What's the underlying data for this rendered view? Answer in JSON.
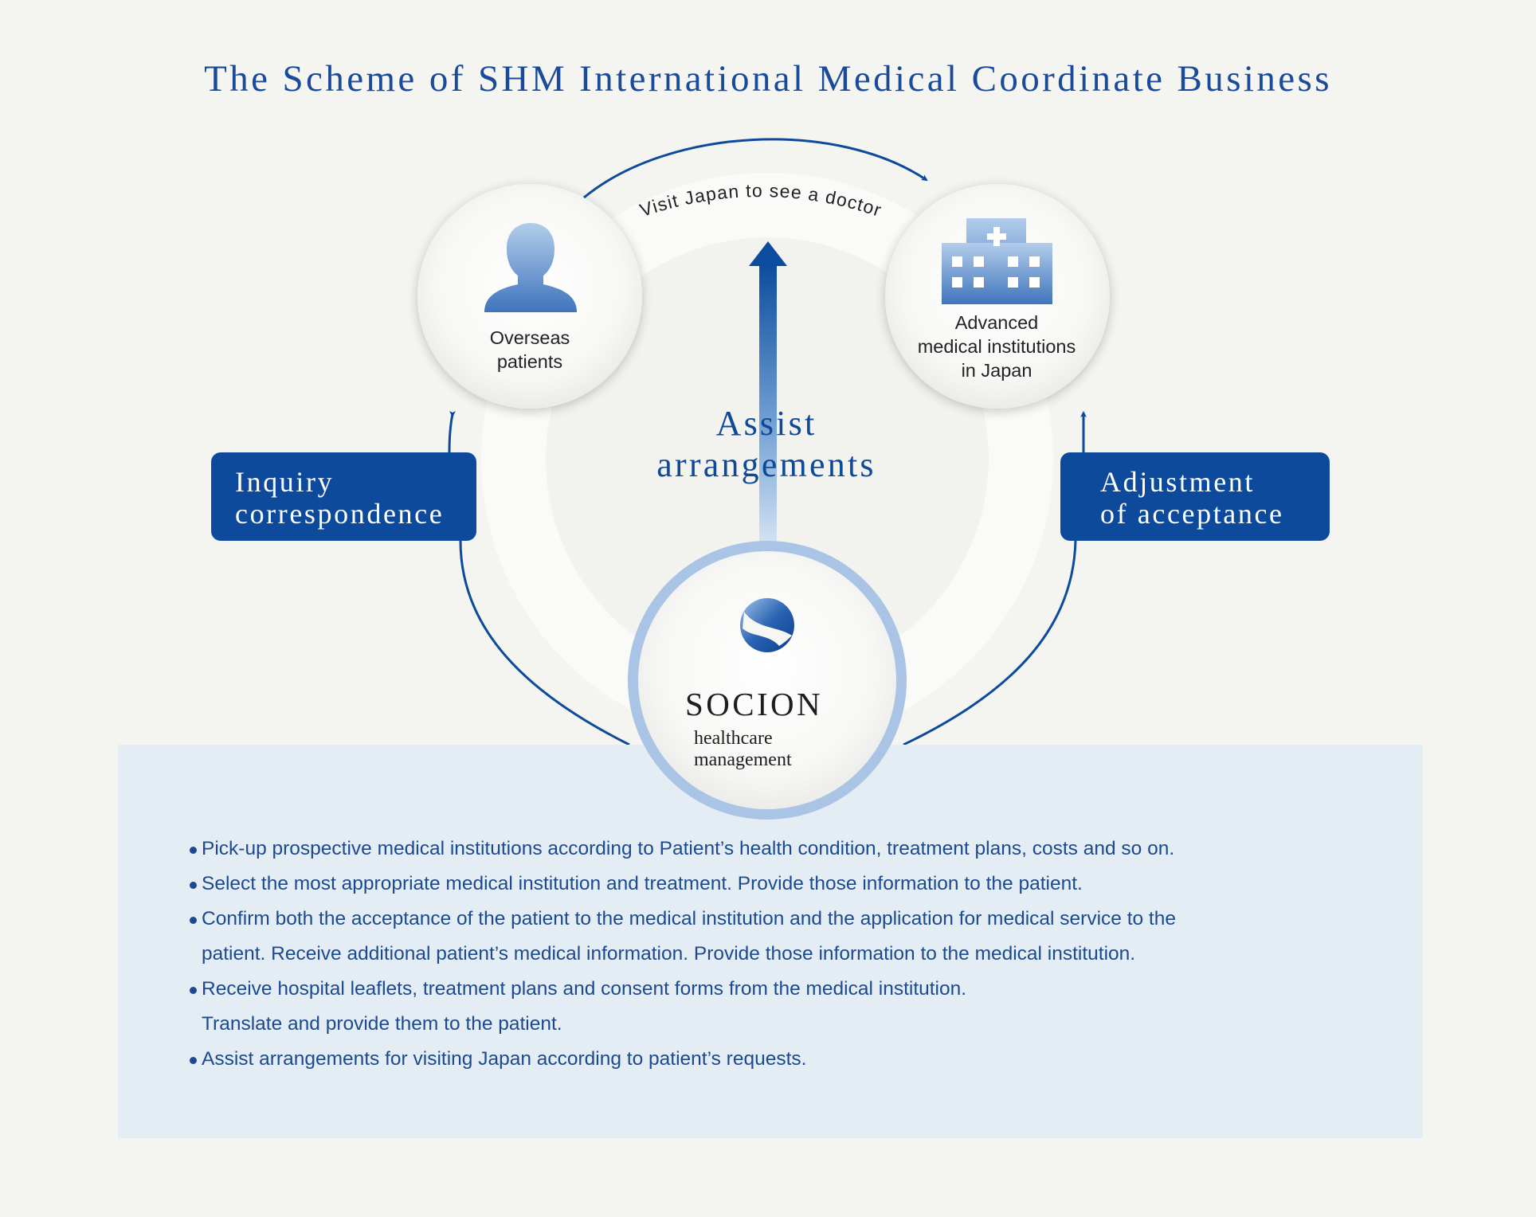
{
  "title": "The Scheme of SHM International Medical Coordinate Business",
  "arc_label": "Visit Japan to see a doctor",
  "center_label": {
    "line1": "Assist",
    "line2": "arrangements"
  },
  "left_tag": {
    "line1": "Inquiry",
    "line2": "correspondence"
  },
  "right_tag": {
    "line1": "Adjustment",
    "line2": "of acceptance"
  },
  "nodes": {
    "patients": {
      "line1": "Overseas",
      "line2": "patients",
      "icon": "person-icon"
    },
    "institutions": {
      "line1": "Advanced",
      "line2": "medical institutions",
      "line3": "in Japan",
      "icon": "hospital-icon"
    },
    "company": {
      "name": "SOCION",
      "sub1": "healthcare",
      "sub2": "management",
      "icon": "socion-logo"
    }
  },
  "bullets": [
    {
      "lines": [
        "Pick-up prospective medical institutions according to Patient’s health condition, treatment plans, costs and so on."
      ]
    },
    {
      "lines": [
        "Select the most appropriate medical institution and treatment. Provide those information to the patient."
      ]
    },
    {
      "lines": [
        "Confirm both the acceptance of the patient to the medical institution and the application for medical service to the",
        "patient. Receive additional patient’s medical information. Provide those information to the medical institution."
      ]
    },
    {
      "lines": [
        "Receive hospital leaflets,  treatment plans and consent forms from the medical institution.",
        "Translate and provide them to the patient."
      ]
    },
    {
      "lines": [
        "Assist arrangements for visiting Japan according to patient’s requests."
      ]
    }
  ],
  "colors": {
    "background": "#f4f4f1",
    "primary_blue": "#0d4a9c",
    "panel": "#e4ecf4",
    "light_blue": "#a9c4e4"
  }
}
